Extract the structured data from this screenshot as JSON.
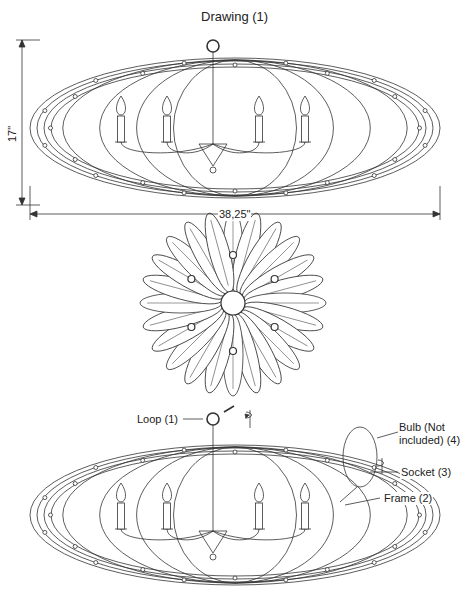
{
  "diagram": {
    "title": "Drawing (1)",
    "labels": [
      "17\"",
      "38,25\"",
      "Loop (1)",
      "Bulb (Not included) (4)",
      "Socket (3)",
      "Frame (2)"
    ]
  }
}
